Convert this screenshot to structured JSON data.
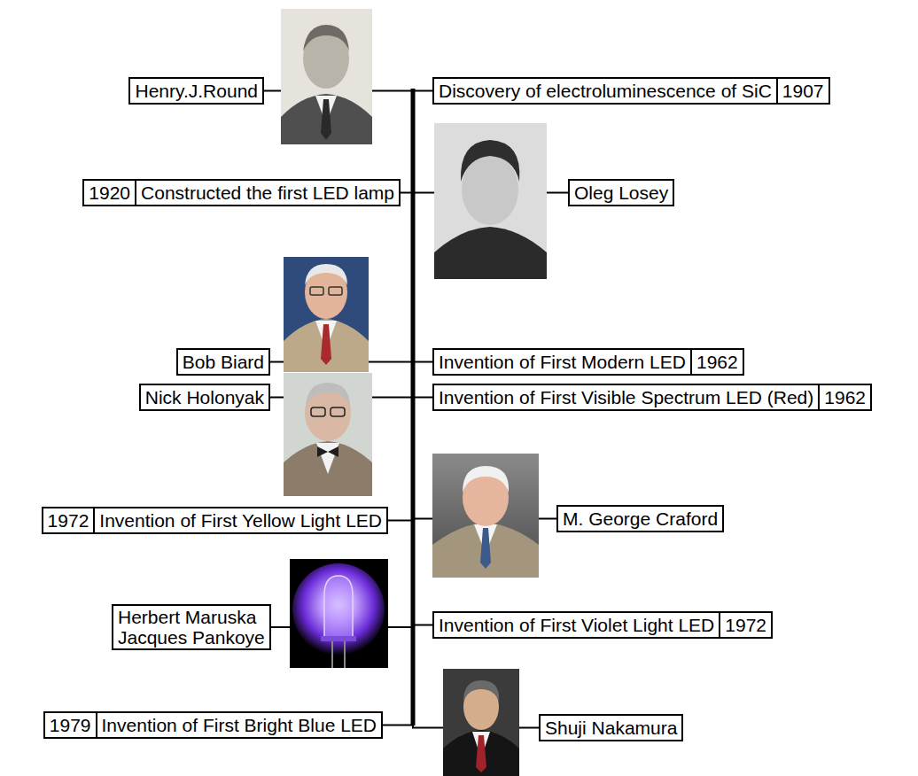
{
  "diagram": {
    "nodes": [
      {
        "text": [
          "Henry.J.Round"
        ]
      },
      {
        "text": [
          "Discovery of electroluminescence of SiC"
        ]
      },
      {
        "text": [
          "1907"
        ]
      },
      {
        "text": [
          "1920"
        ]
      },
      {
        "text": [
          "Constructed the first LED lamp"
        ]
      },
      {
        "text": [
          "Oleg Losey"
        ]
      },
      {
        "text": [
          "Bob Biard"
        ]
      },
      {
        "text": [
          "Invention of First Modern LED"
        ]
      },
      {
        "text": [
          "1962"
        ]
      },
      {
        "text": [
          "Nick Holonyak"
        ]
      },
      {
        "text": [
          "Invention of First Visible Spectrum LED (Red)"
        ]
      },
      {
        "text": [
          "1962"
        ]
      },
      {
        "text": [
          "1972"
        ]
      },
      {
        "text": [
          "Invention of First Yellow Light LED"
        ]
      },
      {
        "text": [
          "M. George Craford"
        ]
      },
      {
        "text": [
          "Herbert Maruska Jacques Pankoye"
        ]
      },
      {
        "text": [
          "Invention of First Violet Light LED"
        ]
      },
      {
        "text": [
          "1972"
        ]
      },
      {
        "text": [
          "1979"
        ]
      },
      {
        "text": [
          "Invention of First Bright Blue LED"
        ]
      },
      {
        "text": [
          "Shuji Nakamura"
        ]
      }
    ],
    "edges": [
      {
        "from": 0,
        "to": 1,
        "arrow": "none"
      },
      {
        "from": 4,
        "to": 5,
        "arrow": "none"
      },
      {
        "from": 6,
        "to": 7,
        "arrow": "none"
      },
      {
        "from": 9,
        "to": 10,
        "arrow": "none"
      },
      {
        "from": 13,
        "to": 14,
        "arrow": "none"
      },
      {
        "from": 15,
        "to": 16,
        "arrow": "none"
      },
      {
        "from": 19,
        "to": 20,
        "arrow": "none"
      }
    ]
  }
}
